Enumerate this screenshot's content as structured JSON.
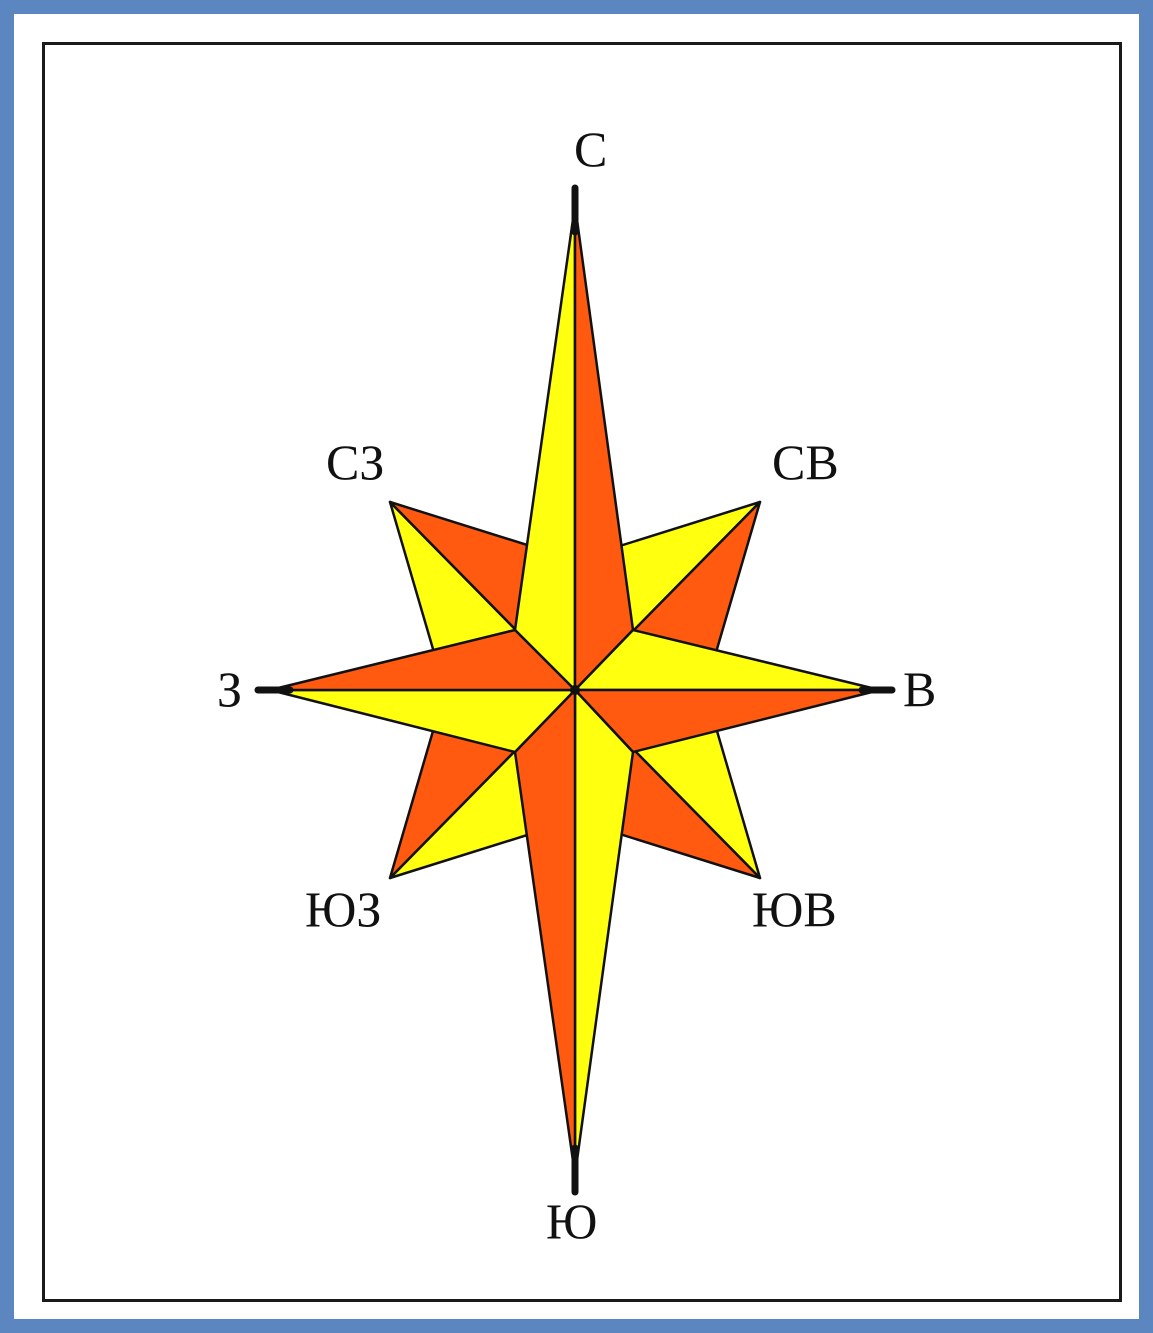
{
  "diagram": {
    "type": "compass-rose",
    "colors": {
      "frame_outer": "#5b86c0",
      "frame_inner": "#1a1a1a",
      "ray_light": "#ffff10",
      "ray_dark": "#ff5a10",
      "outline": "#111111"
    },
    "labels": {
      "north": "С",
      "northeast": "СВ",
      "east": "В",
      "southeast": "ЮВ",
      "south": "Ю",
      "southwest": "ЮЗ",
      "west": "З",
      "northwest": "СЗ"
    }
  }
}
